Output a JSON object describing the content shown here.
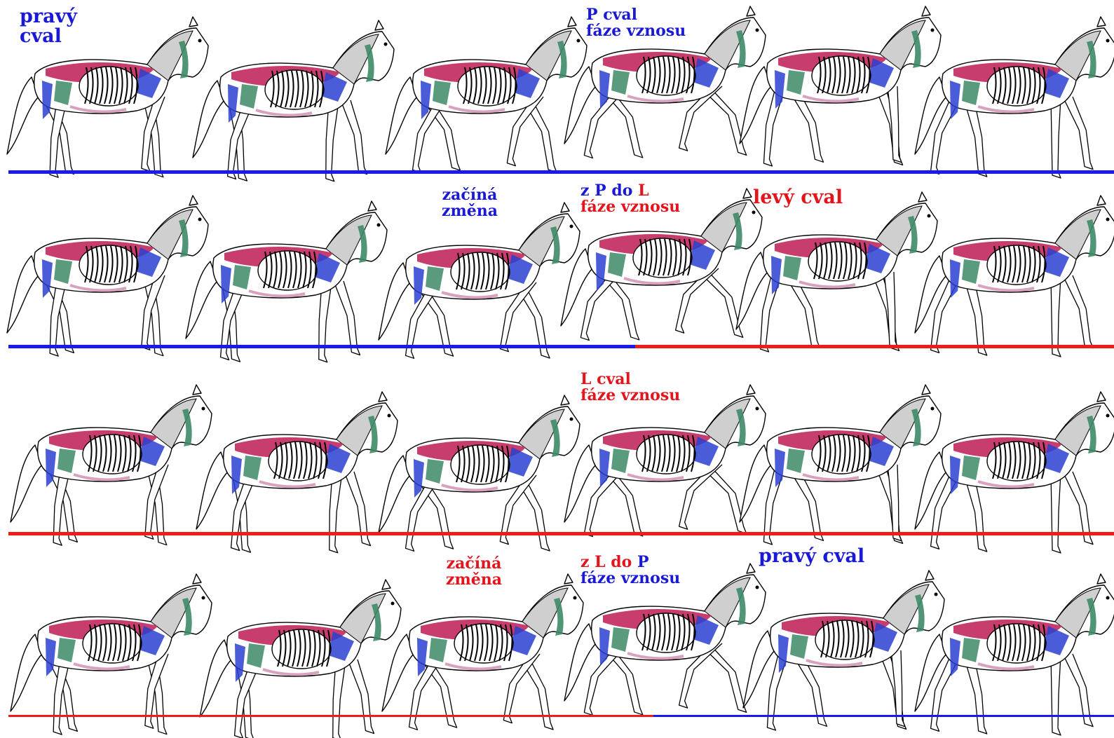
{
  "colors": {
    "blue": "#1a1ad6",
    "red": "#e3141c",
    "line_blue": "#1a1aef",
    "line_red": "#f01c1c",
    "muscle_magenta": "#c0285e",
    "muscle_blue": "#2a3fd0",
    "muscle_green": "#3d8a66",
    "muscle_pink": "#d08ab0",
    "bone": "#ffffff",
    "outline": "#000000"
  },
  "rows": [
    {
      "labels": {
        "start": [
          "pravý",
          "cval"
        ],
        "mid": [
          "P cval",
          "fáze vznosu"
        ]
      },
      "baseline": [
        "blue"
      ]
    },
    {
      "labels": {
        "change": [
          "začíná",
          "změna"
        ],
        "mid_a": "z P do",
        "mid_b": "L",
        "mid_c": "fáze vznosu",
        "right": "levý cval"
      },
      "baseline": [
        "blue",
        "red"
      ]
    },
    {
      "labels": {
        "mid": [
          "L cval",
          "fáze vznosu"
        ]
      },
      "baseline": [
        "red"
      ]
    },
    {
      "labels": {
        "change": [
          "začíná",
          "změna"
        ],
        "mid_a": "z L do",
        "mid_b": "P",
        "mid_c": "fáze vznosu",
        "right": "pravý cval"
      },
      "baseline": [
        "red",
        "blue"
      ]
    }
  ]
}
